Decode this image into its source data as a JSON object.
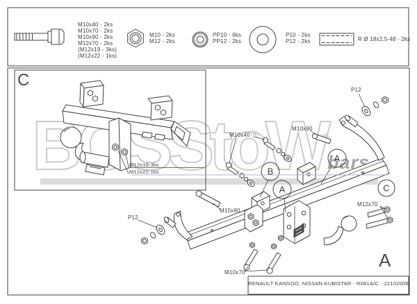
{
  "sheet": {
    "kind": "towbar fitting instruction drawing"
  },
  "parts_strip": {
    "bolt_lines": [
      "M10x40 - 2ks",
      "M10x70 - 2ks",
      "M10x90 - 2ks",
      "M12x70 - 2ks",
      "(M12x19 - 3ks)",
      "(M12x22 - 1ks)"
    ],
    "nut_lines": [
      "M10 - 2ks",
      "M12 - 2ks"
    ],
    "small_washer_lines": [
      "PP10 - 6ks",
      "PP12 - 2ks"
    ],
    "large_washer_lines": [
      "P10 - 2ks",
      "P12 - 2ks"
    ],
    "tube_label": "R Ø 18x2,5-48 - 2ks"
  },
  "detail_box": {
    "letter": "C",
    "label_line1": "M12x19-3ks",
    "label_line2": "M12x22-1ks"
  },
  "diagram": {
    "labels": {
      "p12_top": "P12",
      "p12_left": "P12",
      "m10x90_top": "M10x90",
      "m10x90_left": "M10x90",
      "m10x40": "M10x40",
      "m10x70": "M10x70",
      "m12x70": "M12x70"
    },
    "callouts": {
      "a": "A",
      "b": "B",
      "c": "C"
    },
    "corner_letter": "A"
  },
  "watermark": {
    "text": "BOSStoW",
    "registered": "®",
    "tagline": "bars"
  },
  "title_block": {
    "text": "RENAULT KANGOO, NISSAN KUBISTAR - R081A/C - 22102006"
  },
  "colors": {
    "line": "#404040",
    "watermark_stroke": "#cbcbcb",
    "tagline": "#a6a6a6",
    "accent_line": "#a9b6cc",
    "underbar": "#dcdcdc"
  }
}
